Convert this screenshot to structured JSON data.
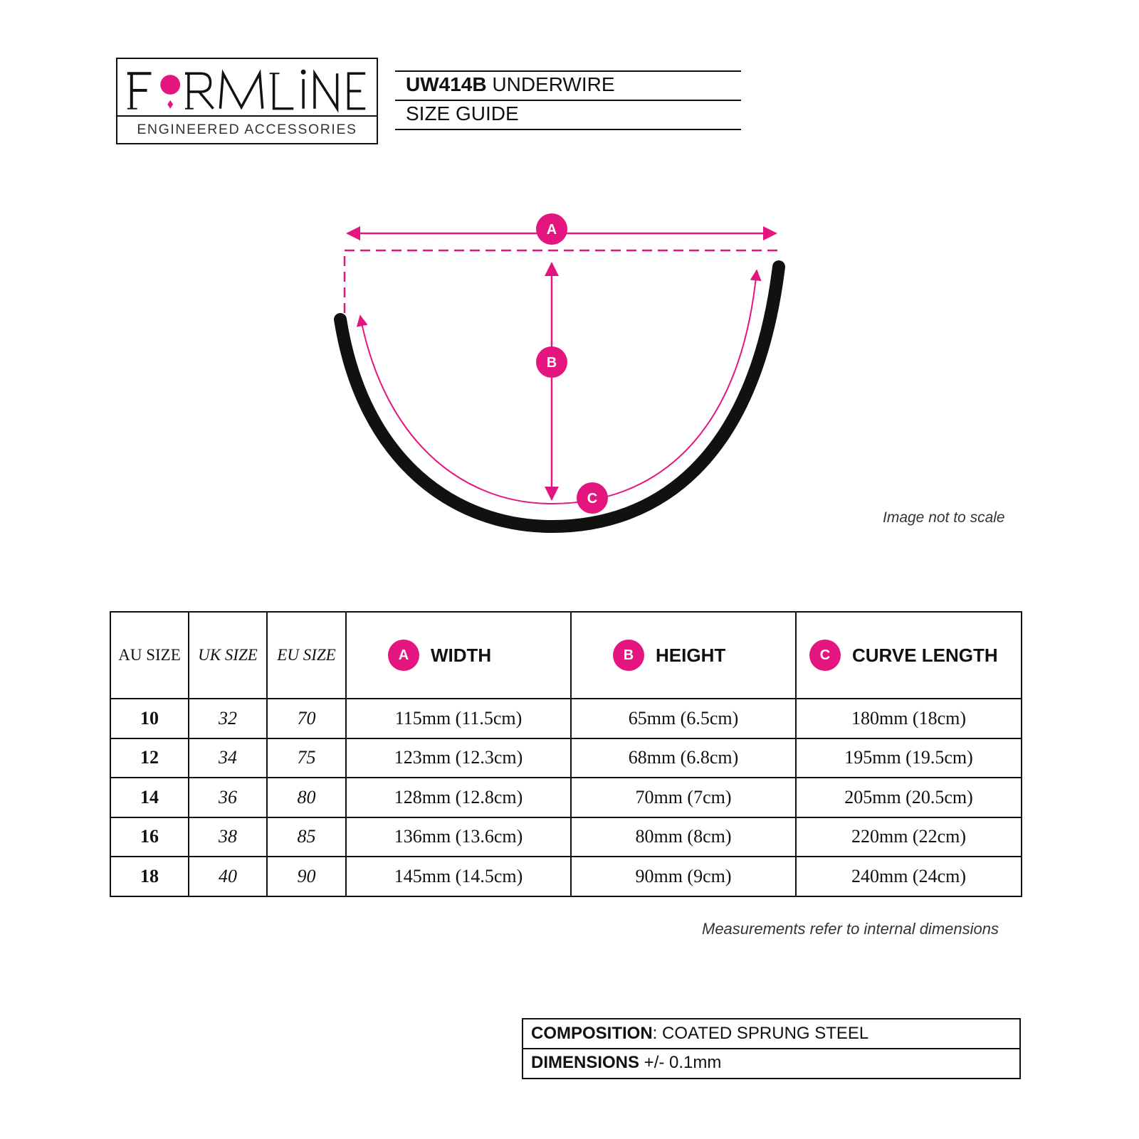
{
  "logo": {
    "wordmark": "FORMLINE",
    "tagline": "ENGINEERED ACCESSORIES",
    "accent_color": "#E5157F"
  },
  "title": {
    "model": "UW414B",
    "product": "UNDERWIRE",
    "subtitle": "SIZE GUIDE"
  },
  "diagram": {
    "label_a": "A",
    "label_b": "B",
    "label_c": "C",
    "note": "Image not to scale",
    "accent_color": "#E5157F",
    "wire_color": "#111111"
  },
  "table": {
    "headers": {
      "au": "AU SIZE",
      "uk": "UK SIZE",
      "eu": "EU SIZE",
      "width_badge": "A",
      "width": "WIDTH",
      "height_badge": "B",
      "height": "HEIGHT",
      "curve_badge": "C",
      "curve": "CURVE LENGTH"
    },
    "rows": [
      {
        "au": "10",
        "uk": "32",
        "eu": "70",
        "width": "115mm (11.5cm)",
        "height": "65mm (6.5cm)",
        "curve": "180mm (18cm)"
      },
      {
        "au": "12",
        "uk": "34",
        "eu": "75",
        "width": "123mm (12.3cm)",
        "height": "68mm (6.8cm)",
        "curve": "195mm (19.5cm)"
      },
      {
        "au": "14",
        "uk": "36",
        "eu": "80",
        "width": "128mm (12.8cm)",
        "height": "70mm (7cm)",
        "curve": "205mm (20.5cm)"
      },
      {
        "au": "16",
        "uk": "38",
        "eu": "85",
        "width": "136mm (13.6cm)",
        "height": "80mm (8cm)",
        "curve": "220mm (22cm)"
      },
      {
        "au": "18",
        "uk": "40",
        "eu": "90",
        "width": "145mm (14.5cm)",
        "height": "90mm (9cm)",
        "curve": "240mm (24cm)"
      }
    ],
    "note": "Measurements refer to internal dimensions"
  },
  "specs": {
    "composition_label": "COMPOSITION",
    "composition_value": ": COATED SPRUNG STEEL",
    "dimensions_label": "DIMENSIONS",
    "dimensions_value": " +/- 0.1mm"
  }
}
